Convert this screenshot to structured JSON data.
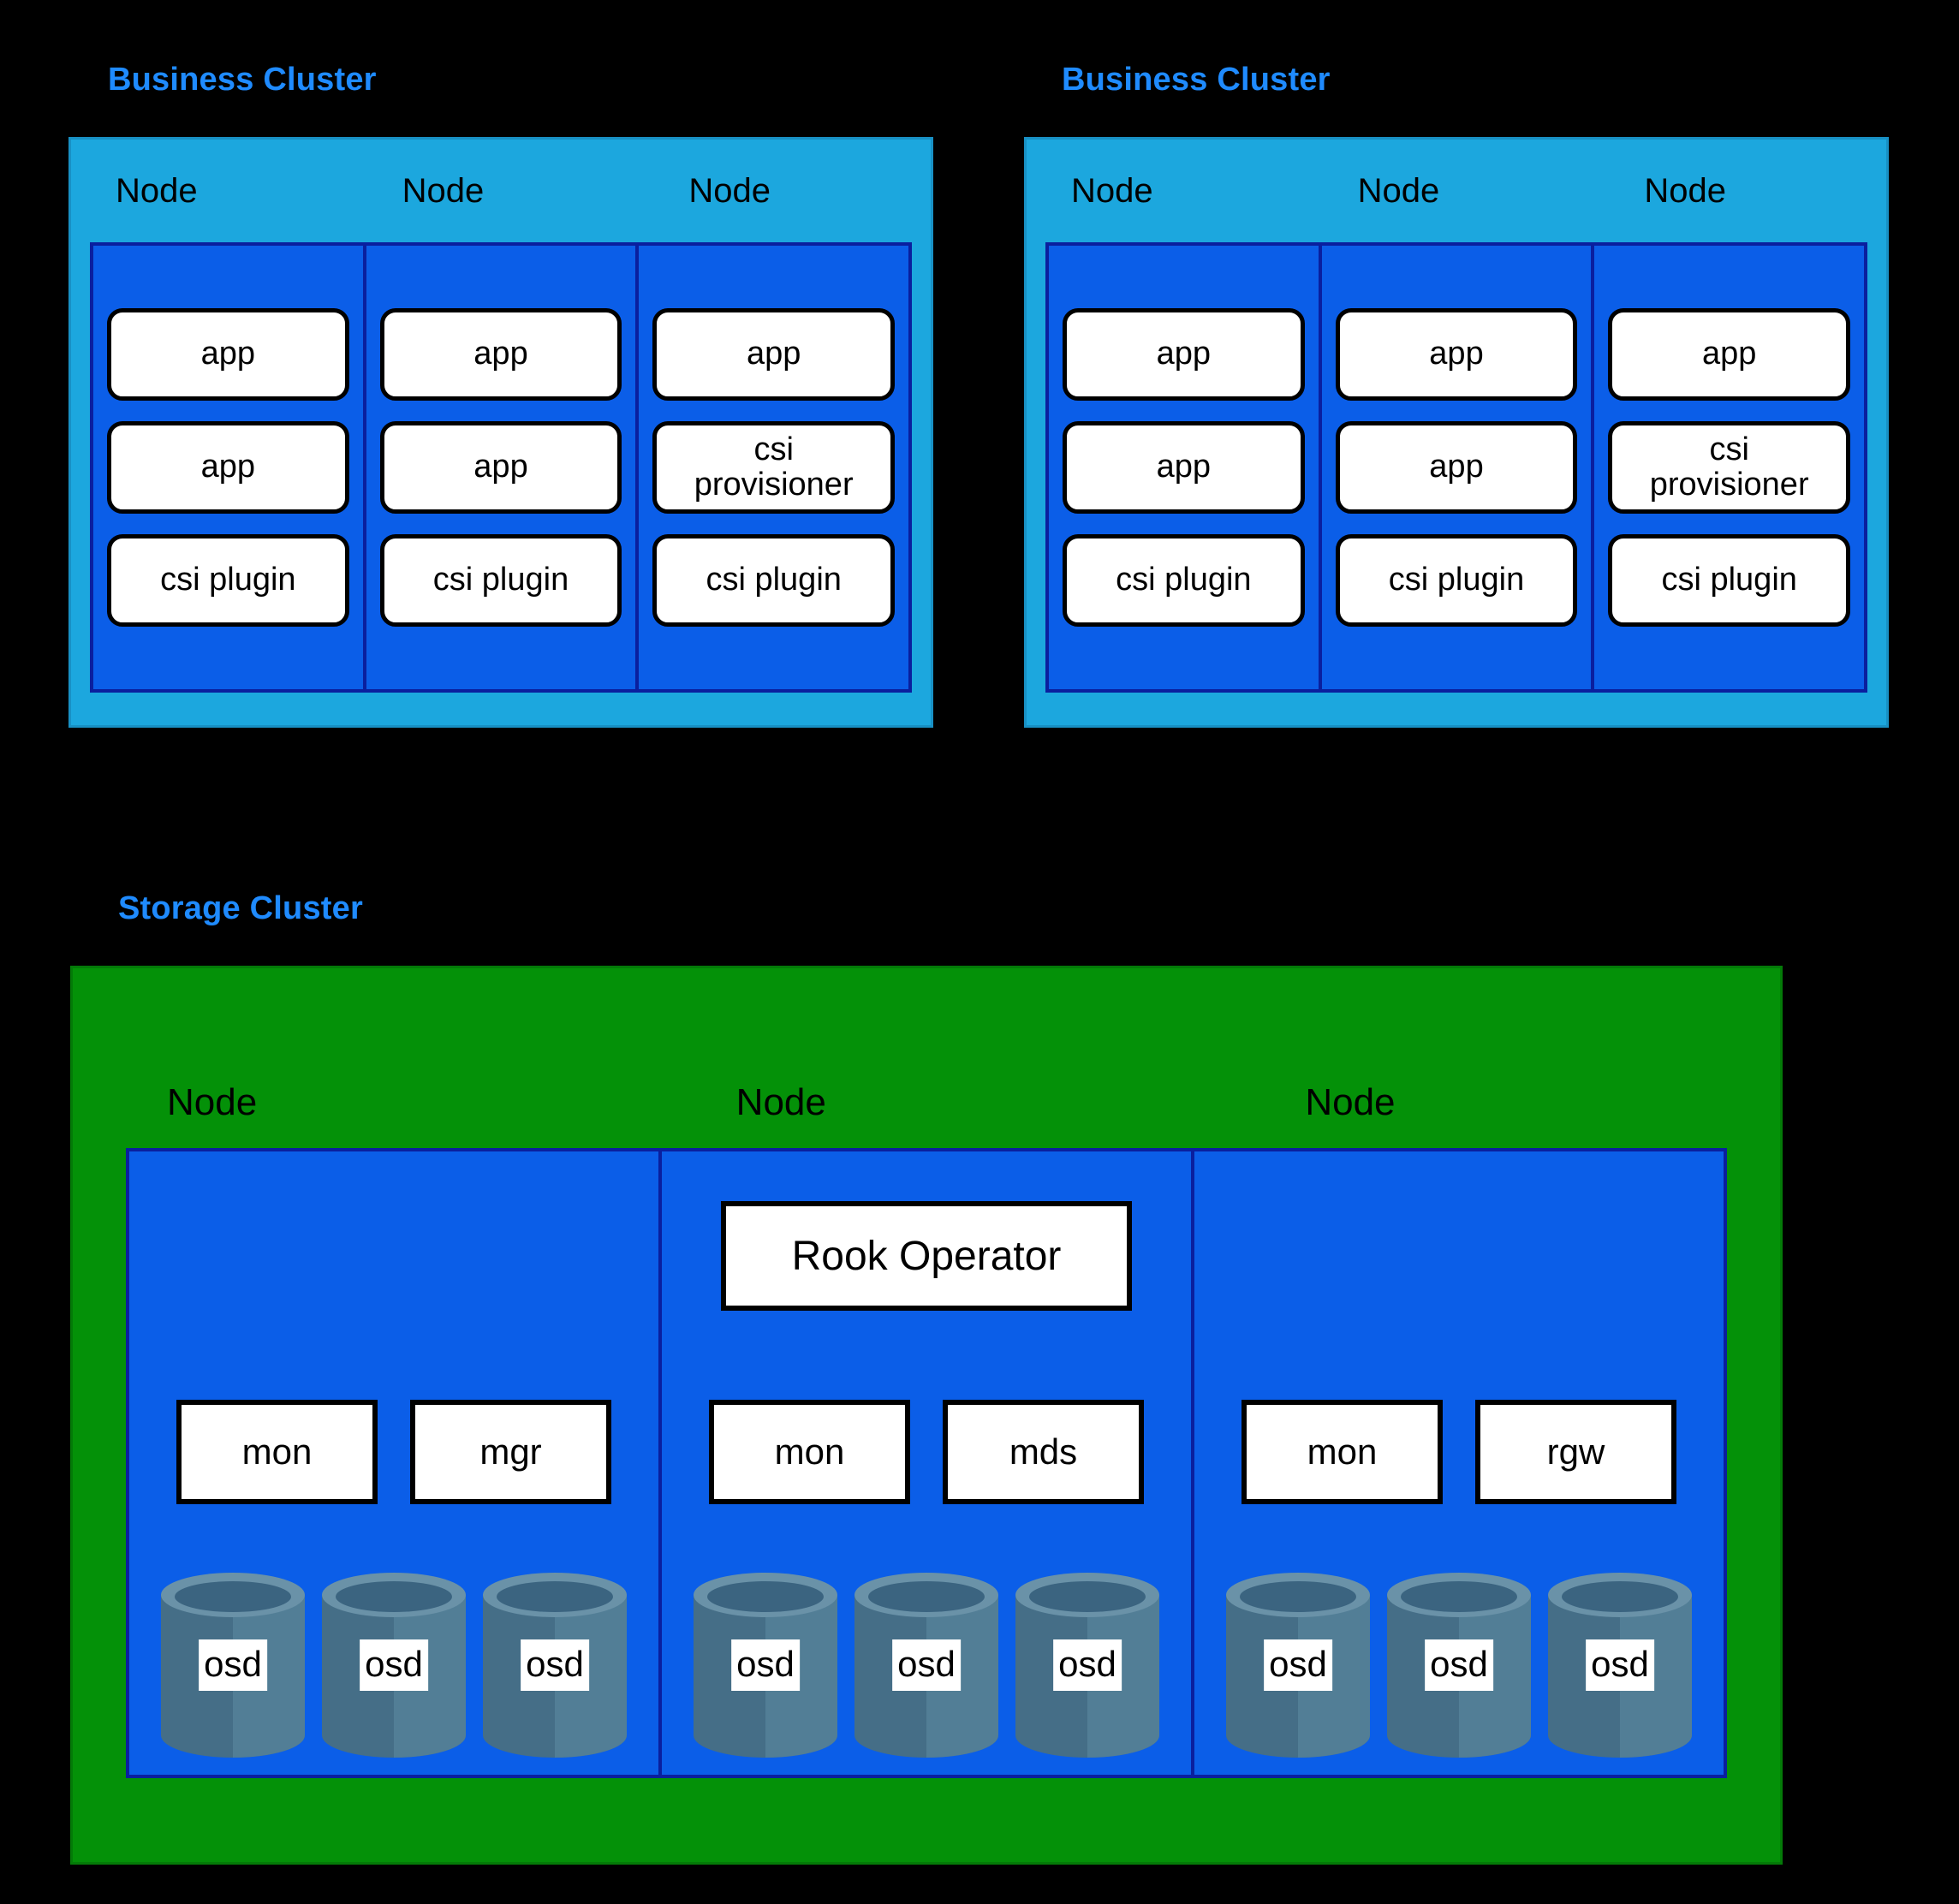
{
  "diagram": {
    "background_color": "#000000",
    "palette": {
      "caption_blue": "#1f8bff",
      "business_cluster_fill": "#1CA7DE",
      "node_fill": "#0B5EE8",
      "node_border": "#0A1F9E",
      "storage_cluster_fill": "#049108",
      "pod_fill": "#FFFFFF",
      "pod_border": "#000000",
      "osd_body": "#456E87",
      "osd_body_light": "#527E96",
      "osd_rim": "#6A92A8",
      "osd_top_inner": "#3B6480"
    },
    "business_clusters": [
      {
        "caption": "Business Cluster",
        "node_labels": [
          "Node",
          "Node",
          "Node"
        ],
        "nodes": [
          {
            "label": "Node",
            "pods": [
              "app",
              "app",
              "csi plugin"
            ]
          },
          {
            "label": "Node",
            "pods": [
              "app",
              "app",
              "csi plugin"
            ]
          },
          {
            "label": "Node",
            "pods": [
              "app",
              "csi\nprovisioner",
              "csi plugin"
            ]
          }
        ]
      },
      {
        "caption": "Business Cluster",
        "node_labels": [
          "Node",
          "Node",
          "Node"
        ],
        "nodes": [
          {
            "label": "Node",
            "pods": [
              "app",
              "app",
              "csi plugin"
            ]
          },
          {
            "label": "Node",
            "pods": [
              "app",
              "app",
              "csi plugin"
            ]
          },
          {
            "label": "Node",
            "pods": [
              "app",
              "csi\nprovisioner",
              "csi plugin"
            ]
          }
        ]
      }
    ],
    "storage_cluster": {
      "caption": "Storage Cluster",
      "node_labels": [
        "Node",
        "Node",
        "Node"
      ],
      "nodes": [
        {
          "label": "Node",
          "operator": null,
          "services": [
            "mon",
            "mgr"
          ],
          "osds": [
            "osd",
            "osd",
            "osd"
          ]
        },
        {
          "label": "Node",
          "operator": "Rook Operator",
          "services": [
            "mon",
            "mds"
          ],
          "osds": [
            "osd",
            "osd",
            "osd"
          ]
        },
        {
          "label": "Node",
          "operator": null,
          "services": [
            "mon",
            "rgw"
          ],
          "osds": [
            "osd",
            "osd",
            "osd"
          ]
        }
      ]
    }
  }
}
